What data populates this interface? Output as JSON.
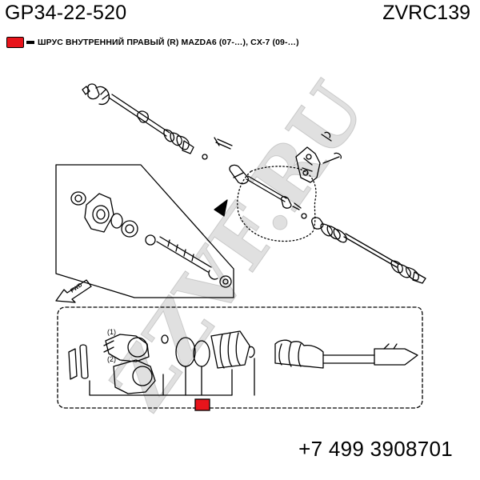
{
  "header": {
    "part_number": "GP34-22-520",
    "catalog_code": "ZVRC139"
  },
  "legend": {
    "marker_color": "#e8141b",
    "text": "ШРУС ВНУТРЕННИЙ ПРАВЫЙ (R) MAZDA6 (07-…), CX-7 (09-…)"
  },
  "diagram": {
    "callout_1": "(1)",
    "callout_2": "(2)",
    "fwd_label": "FWD",
    "highlight_color": "#e8141b"
  },
  "watermark": {
    "text": "ZZVF.RU"
  },
  "footer": {
    "phone": "+7 499 3908701"
  }
}
